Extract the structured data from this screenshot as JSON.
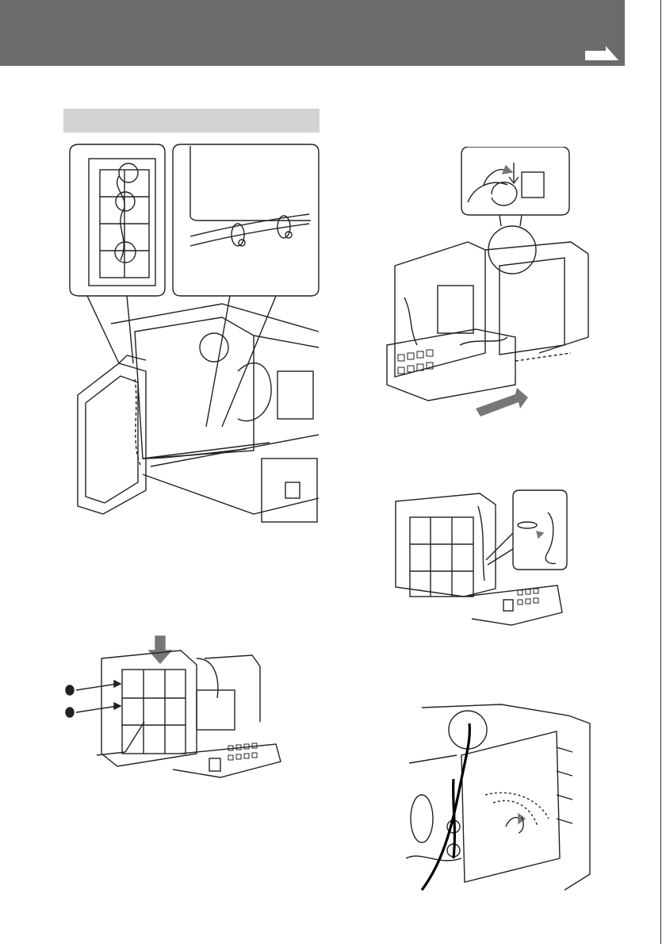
{
  "header": {
    "title": "",
    "next_page_icon": "right-arrow-icon"
  },
  "section": {
    "title": ""
  },
  "colors": {
    "header_band": "#6b6b6b",
    "section_bar": "#d3d3d3",
    "line_art": "#222222",
    "arrow_gray": "#777777"
  },
  "figures": [
    {
      "id": "cable-routing-detail",
      "icon": "crt-chassis-illustration"
    },
    {
      "id": "board-slide-in",
      "icon": "circuit-board-illustration"
    },
    {
      "id": "screw-mounting",
      "icon": "screw-illustration"
    },
    {
      "id": "clamp-detail",
      "icon": "cable-clamp-illustration"
    },
    {
      "id": "rear-board-wiring",
      "icon": "wiring-illustration"
    }
  ]
}
